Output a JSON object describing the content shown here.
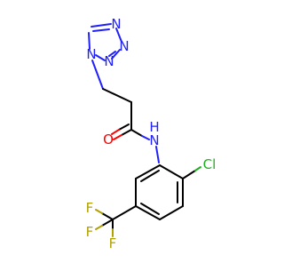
{
  "molecule": {
    "atoms": [
      {
        "id": "N1",
        "label": "N",
        "color": "#2020ff"
      },
      {
        "id": "N2",
        "label": "N",
        "color": "#2020ff"
      },
      {
        "id": "N3",
        "label": "N",
        "color": "#2020ff"
      },
      {
        "id": "N4",
        "label": "N",
        "color": "#2020ff"
      },
      {
        "id": "O",
        "label": "O",
        "color": "#ff0000"
      },
      {
        "id": "NH",
        "label": "N",
        "color": "#2020ff"
      },
      {
        "id": "H",
        "label": "H",
        "color": "#2020ff"
      },
      {
        "id": "Cl",
        "label": "Cl",
        "color": "#1fb01f"
      },
      {
        "id": "F1",
        "label": "F",
        "color": "#b0a000"
      },
      {
        "id": "F2",
        "label": "F",
        "color": "#b0a000"
      },
      {
        "id": "F3",
        "label": "F",
        "color": "#b0a000"
      }
    ]
  }
}
